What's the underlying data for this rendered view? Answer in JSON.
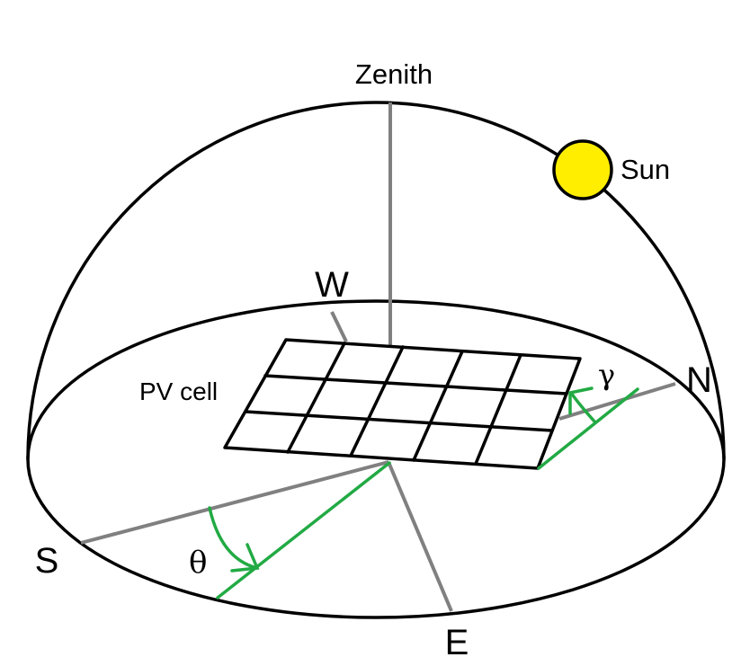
{
  "labels": {
    "zenith": "Zenith",
    "sun": "Sun",
    "west": "W",
    "north": "N",
    "south": "S",
    "east": "E",
    "pv_cell": "PV cell",
    "tilt_angle": "θ",
    "azimuth_angle": "γ"
  },
  "colors": {
    "outline": "#000000",
    "axis": "#808080",
    "angle": "#22aa44",
    "sun_fill": "#ffee00",
    "background": "#ffffff"
  }
}
